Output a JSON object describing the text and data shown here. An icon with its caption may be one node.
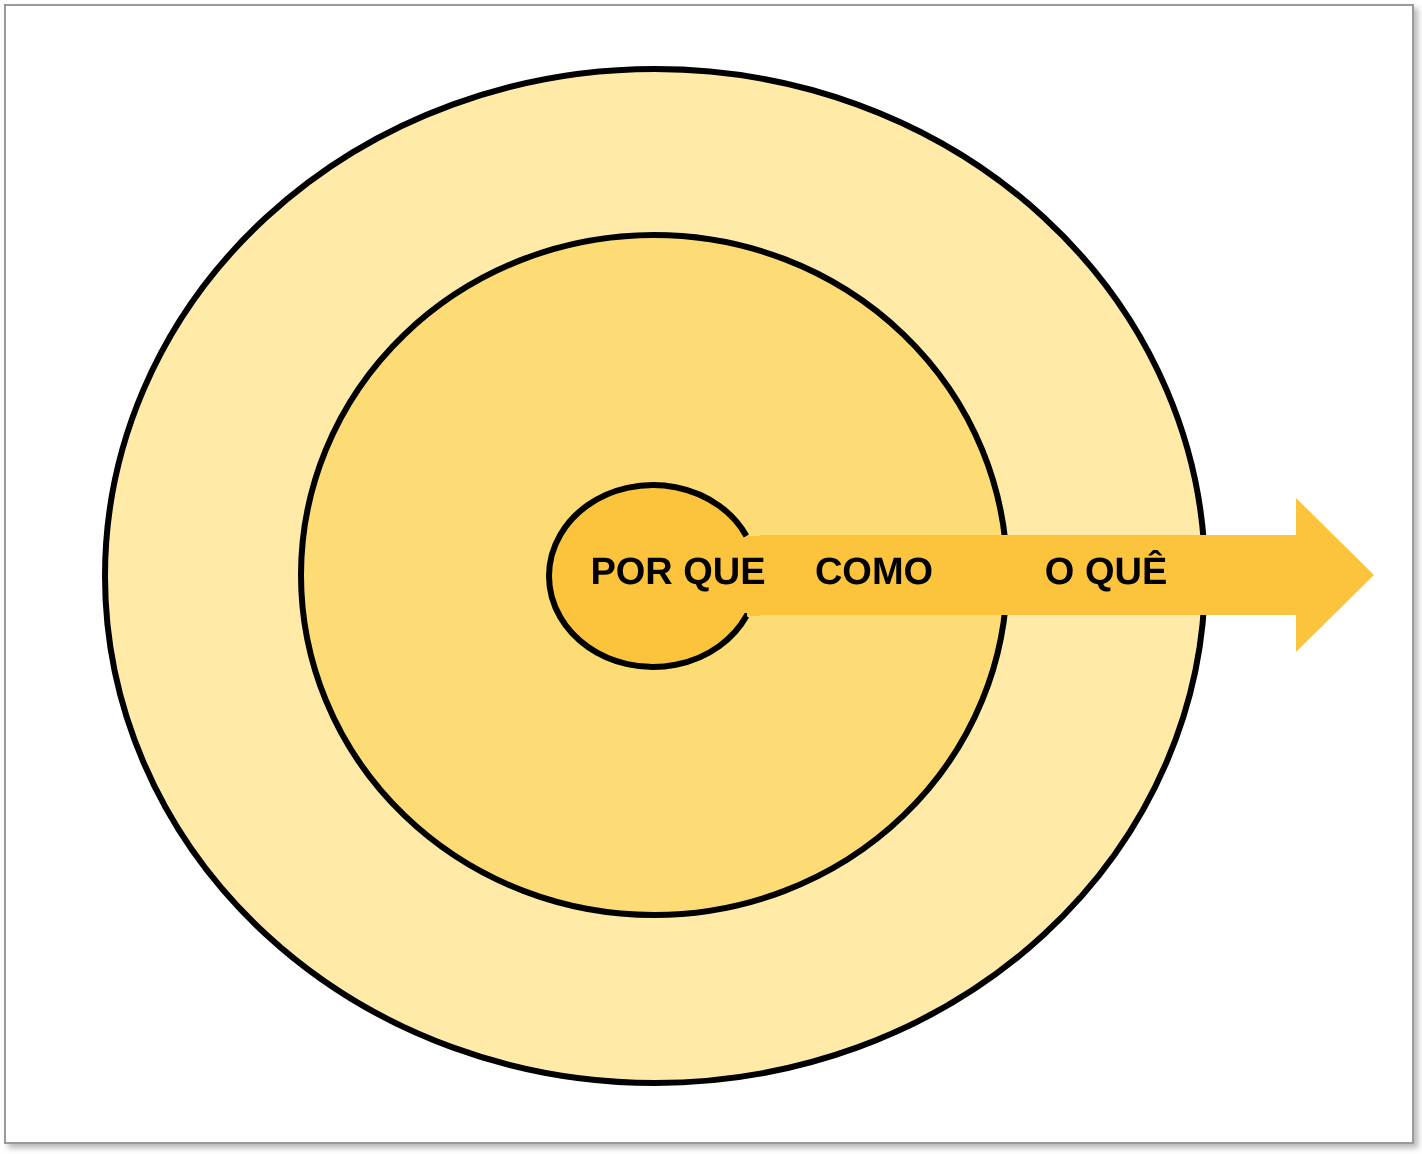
{
  "diagram": {
    "nodes": [
      {
        "text": [
          "O QUÊ"
        ]
      },
      {
        "text": [
          "COMO"
        ],
        "in": 0
      },
      {
        "text": [
          "POR QUE"
        ],
        "in": 1
      }
    ]
  }
}
